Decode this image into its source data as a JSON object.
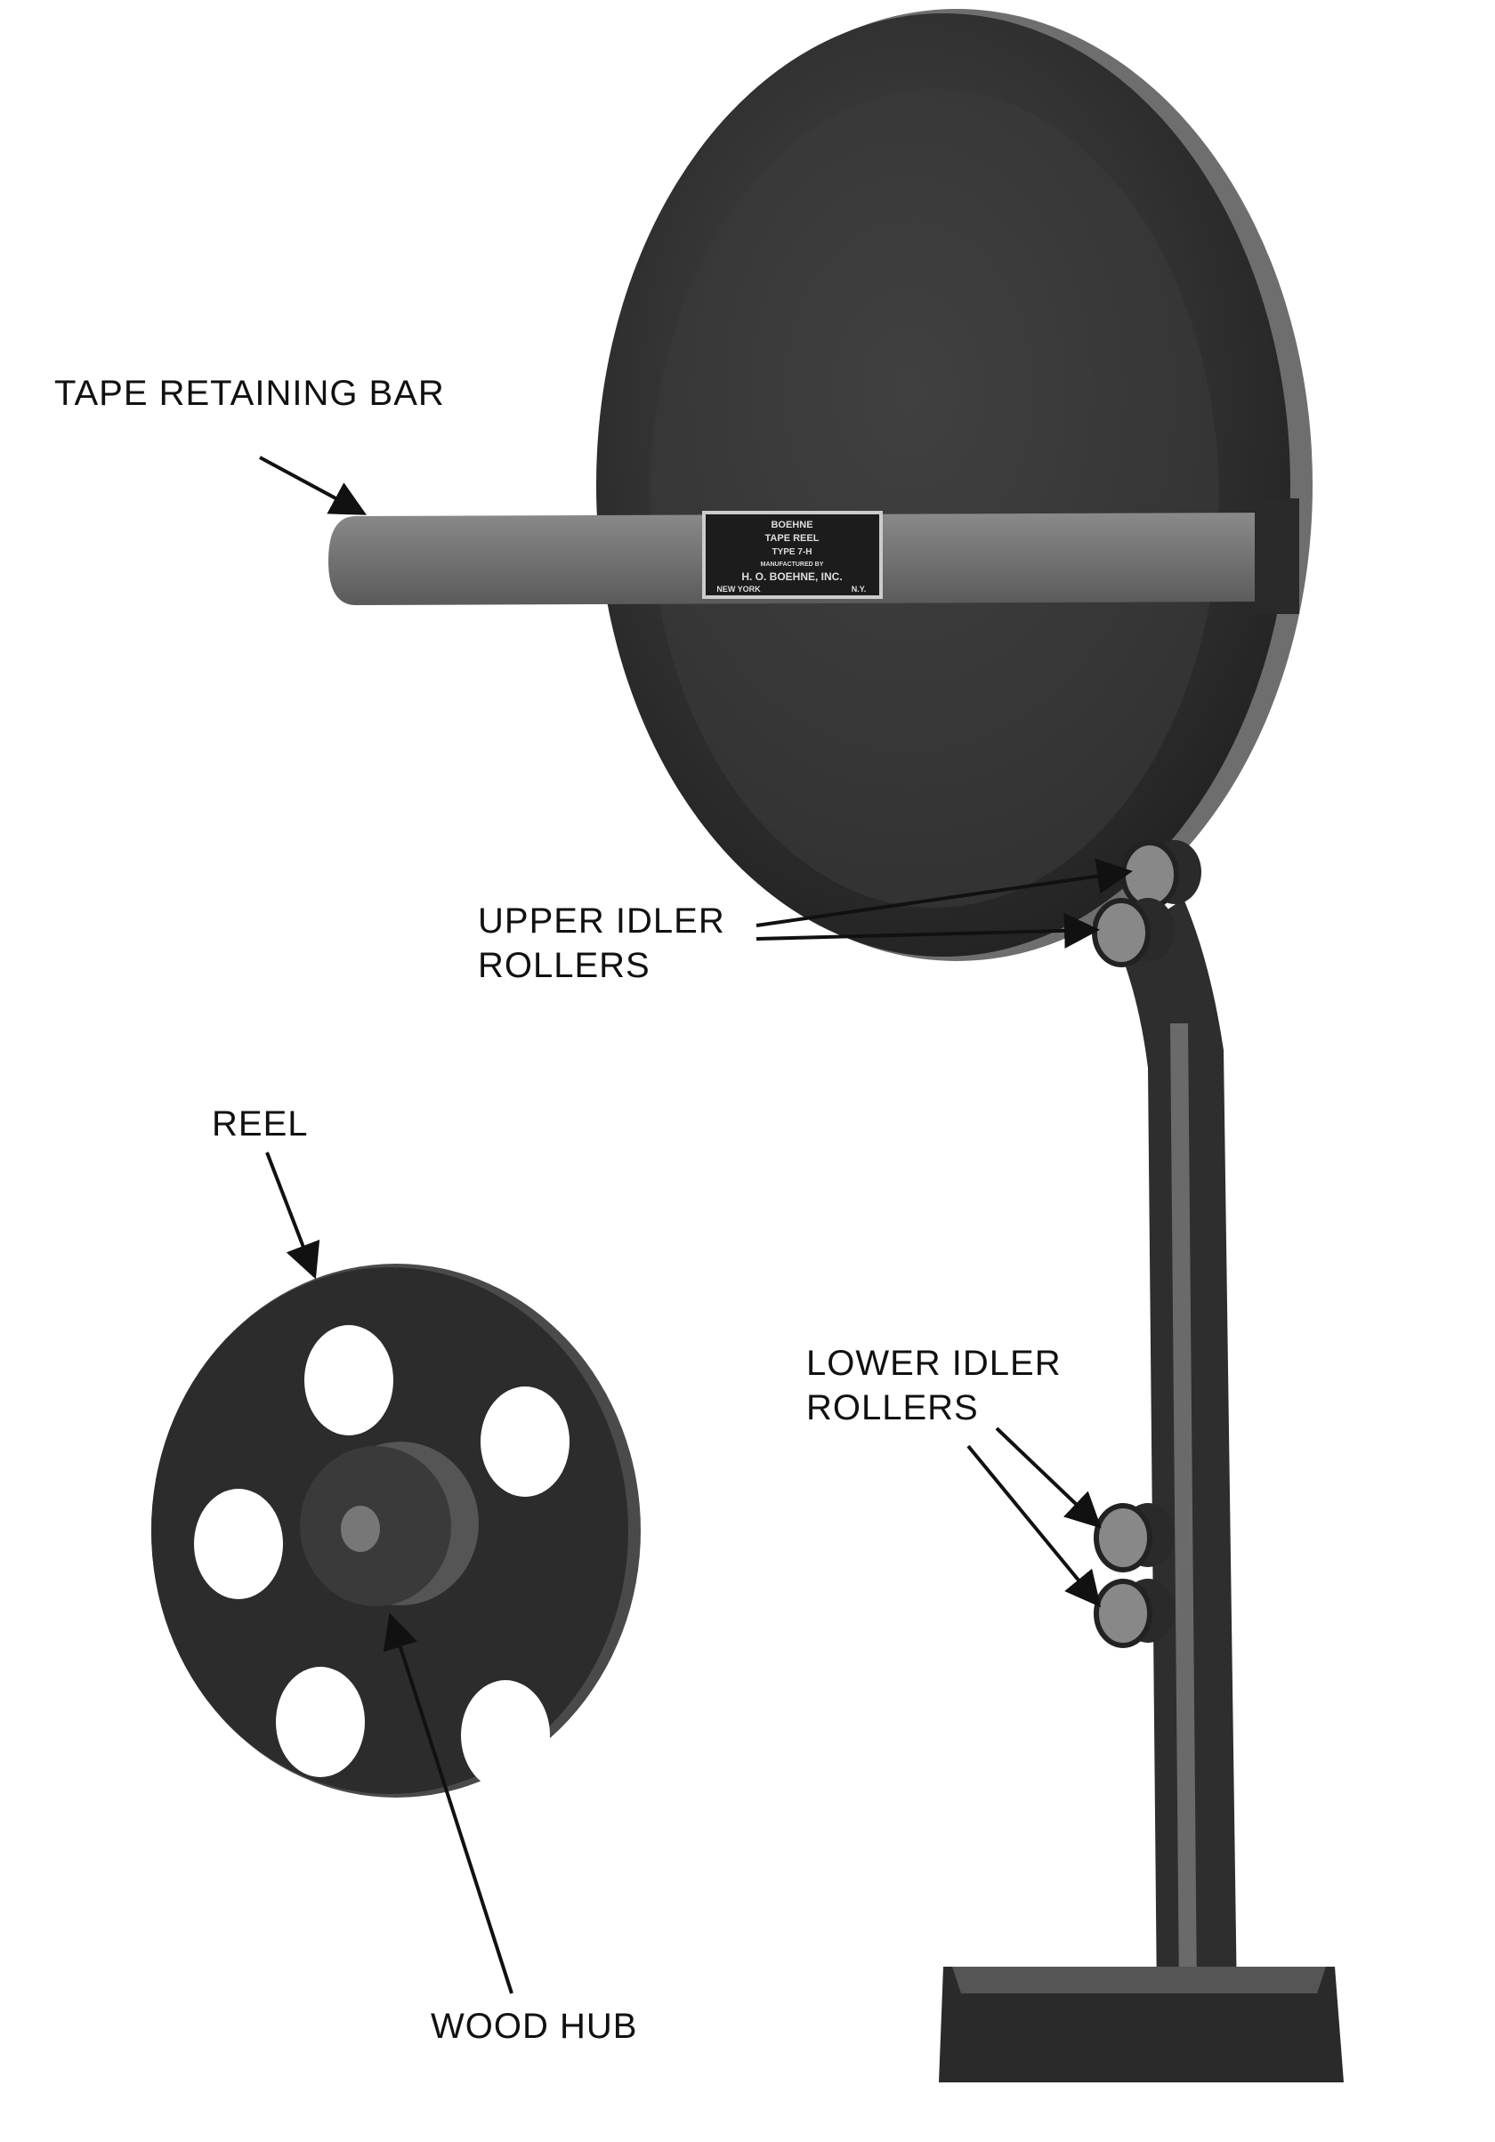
{
  "labels": {
    "tape_retaining_bar": "TAPE RETAINING BAR",
    "upper_idler_rollers_1": "UPPER IDLER",
    "upper_idler_rollers_2": "ROLLERS",
    "lower_idler_rollers_1": "LOWER IDLER",
    "lower_idler_rollers_2": "ROLLERS",
    "reel": "REEL",
    "wood_hub": "WOOD HUB"
  },
  "nameplate": {
    "line1": "BOEHNE",
    "line2": "TAPE REEL",
    "line3": "TYPE 7-H",
    "line4": "MANUFACTURED BY",
    "line5": "H. O. BOEHNE, INC.",
    "city": "NEW YORK",
    "state": "N.Y."
  },
  "colors": {
    "paper": "#ffffff",
    "metal_dark": "#2a2a2a",
    "metal_mid": "#555555",
    "ink": "#111111"
  }
}
